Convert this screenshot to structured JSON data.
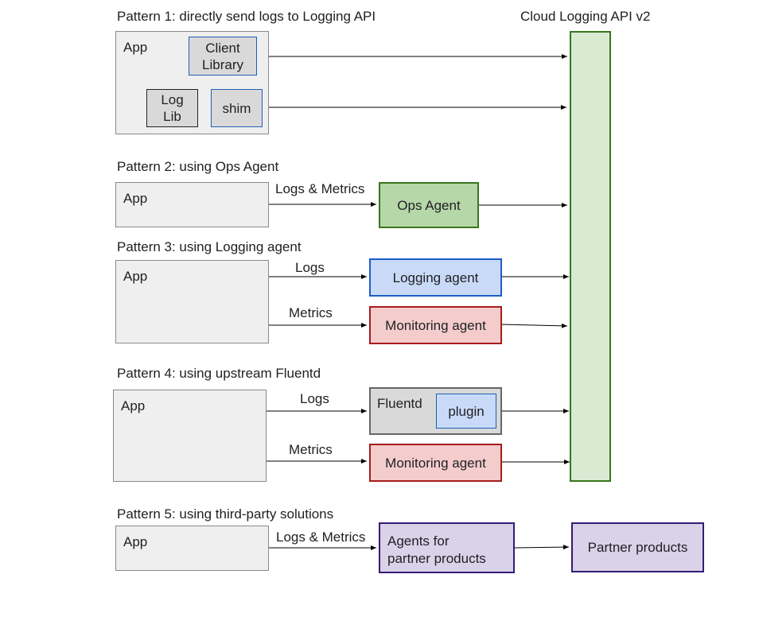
{
  "api_title": "Cloud Logging API v2",
  "pattern1": {
    "title": "Pattern 1: directly send logs to Logging API",
    "app": "App",
    "client_library": [
      "Client",
      "Library"
    ],
    "log_lib": [
      "Log",
      "Lib"
    ],
    "shim": "shim"
  },
  "pattern2": {
    "title": "Pattern 2: using Ops Agent",
    "app": "App",
    "arrow_label": "Logs & Metrics",
    "agent": "Ops Agent"
  },
  "pattern3": {
    "title": "Pattern 3: using Logging agent",
    "app": "App",
    "logs_label": "Logs",
    "metrics_label": "Metrics",
    "logging_agent": "Logging agent",
    "monitoring_agent": "Monitoring agent"
  },
  "pattern4": {
    "title": "Pattern 4: using upstream Fluentd",
    "app": "App",
    "logs_label": "Logs",
    "metrics_label": "Metrics",
    "fluentd": "Fluentd",
    "plugin": "plugin",
    "monitoring_agent": "Monitoring agent"
  },
  "pattern5": {
    "title": "Pattern 5: using third-party solutions",
    "app": "App",
    "arrow_label": "Logs & Metrics",
    "agents": [
      "Agents for",
      "partner products"
    ],
    "partner_products": "Partner products"
  },
  "colors": {
    "app_fill": "#efefef",
    "api_fill": "#d9ead3",
    "green_fill": "#b6d7a8",
    "blue_fill": "#c9daf8",
    "red_fill": "#f4cccc",
    "purple_fill": "#d9d2e9"
  }
}
